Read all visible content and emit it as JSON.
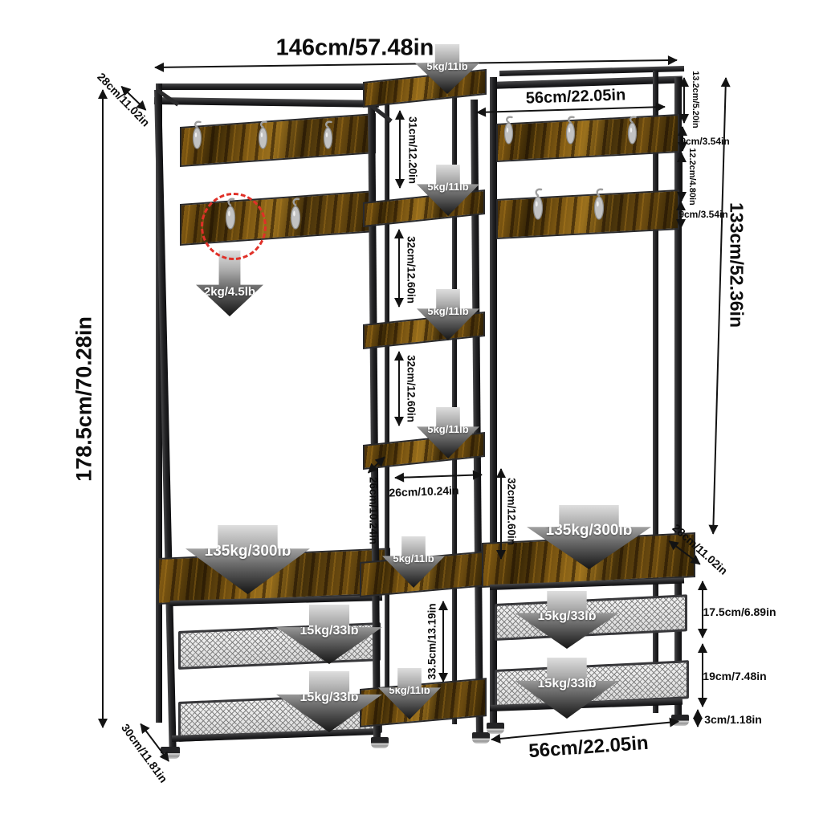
{
  "dimensions": {
    "overall_width": "146cm/57.48in",
    "overall_height": "178.5cm/70.28in",
    "top_frame_depth": "28cm/11.02in",
    "side_unit_width_top": "56cm/22.05in",
    "side_unit_width_bottom": "56cm/22.05in",
    "side_frame_height": "133cm/52.36in",
    "top_to_first_hook_panel": "13.2cm/5.20in",
    "hook_panel_height_upper": "9cm/3.54in",
    "between_hook_panels": "12.2cm/4.80in",
    "hook_panel_height_lower": "9cm/3.54in",
    "top_shelf_gap": "31cm/12.20in",
    "shelf_gap_upper": "32cm/12.60in",
    "shelf_gap_middle": "32cm/12.60in",
    "shelf_gap_lower": "32cm/12.60in",
    "tower_width": "26cm/10.24in",
    "tower_depth": "26cm/10.24in",
    "bench_depth": "28cm/11.02in",
    "bench_to_mesh_shelf": "17.5cm/6.89in",
    "mesh_shelf_gap": "19cm/7.48in",
    "foot_height": "3cm/1.18in",
    "bottom_shelf_clearance": "33.5cm/13.19in",
    "base_depth": "30cm/11.81in"
  },
  "load_capacities": {
    "hook": "2kg/4.5lb",
    "shelves": [
      "5kg/11lb",
      "5kg/11lb",
      "5kg/11lb",
      "5kg/11lb",
      "5kg/11lb",
      "5kg/11lb"
    ],
    "benches": [
      "135kg/300lb",
      "135kg/300lb"
    ],
    "mesh_shelves": [
      "15kg/33lb",
      "15kg/33lb",
      "15kg/33lb",
      "15kg/33lb"
    ]
  },
  "colors": {
    "dimension_line": "#131313",
    "wood_brown": "#6b4a12",
    "metal_frame": "#28282a",
    "mesh_gray": "#e8e8e8",
    "highlight_circle_red": "#e03028",
    "load_arrow_light": "#dedede",
    "load_arrow_dark": "#151515"
  }
}
